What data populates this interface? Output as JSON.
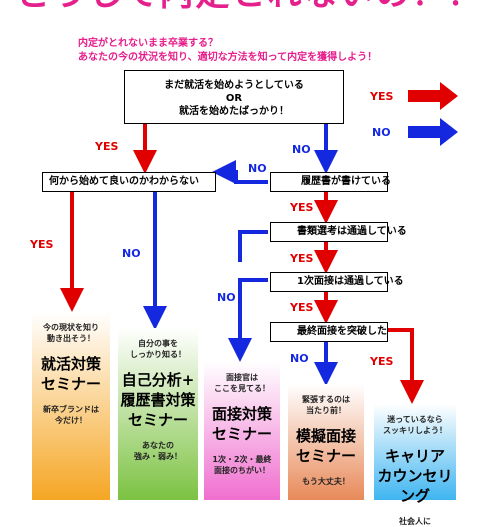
{
  "title": "どうして内定とれないの！？",
  "subtitle": [
    "内定がとれないまま卒業する？",
    "あなたの今の状況を知り、適切な方法を知って内定を獲得しよう！"
  ],
  "legend": {
    "yes": "YES",
    "no": "NO"
  },
  "start": [
    "まだ就活を始めようとしている",
    "OR",
    "就活を始めたばっかり！"
  ],
  "questions": {
    "q1": "何から始めて良いのかわからない",
    "q2": "履歴書が書けている",
    "q3": "書類選考は通過している",
    "q4": "1次面接は通過している",
    "q5": "最終面接を突破した"
  },
  "labels": {
    "yes": "YES",
    "no": "NO"
  },
  "cards": [
    {
      "top": [
        "今の現状を知り",
        "動き出そう！"
      ],
      "title": [
        "就活対策",
        "セミナー"
      ],
      "bottom": [
        "新卒ブランドは",
        "今だけ！"
      ],
      "color": "#f5a623"
    },
    {
      "top": [
        "自分の事を",
        "しっかり知る！"
      ],
      "title": [
        "自己分析+",
        "履歴書対策",
        "セミナー"
      ],
      "bottom": [
        "あなたの",
        "強み・弱み！"
      ],
      "color": "#7cc242"
    },
    {
      "top": [
        "面接官は",
        "ここを見てる！"
      ],
      "title": [
        "面接対策",
        "セミナー"
      ],
      "bottom": [
        "1次・2次・最終",
        "面接のちがい！"
      ],
      "color": "#f06fcf"
    },
    {
      "top": [
        "緊張するのは",
        "当たり前！"
      ],
      "title": [
        "模擬面接",
        "セミナー"
      ],
      "bottom": [
        "もう大丈夫！"
      ],
      "color": "#e88a5a"
    },
    {
      "top": [
        "迷っているなら",
        "スッキリしよう！"
      ],
      "title": [
        "キャリア",
        "カウンセリング"
      ],
      "bottom": [
        "社会人に"
      ],
      "color": "#3fb5f0"
    }
  ]
}
